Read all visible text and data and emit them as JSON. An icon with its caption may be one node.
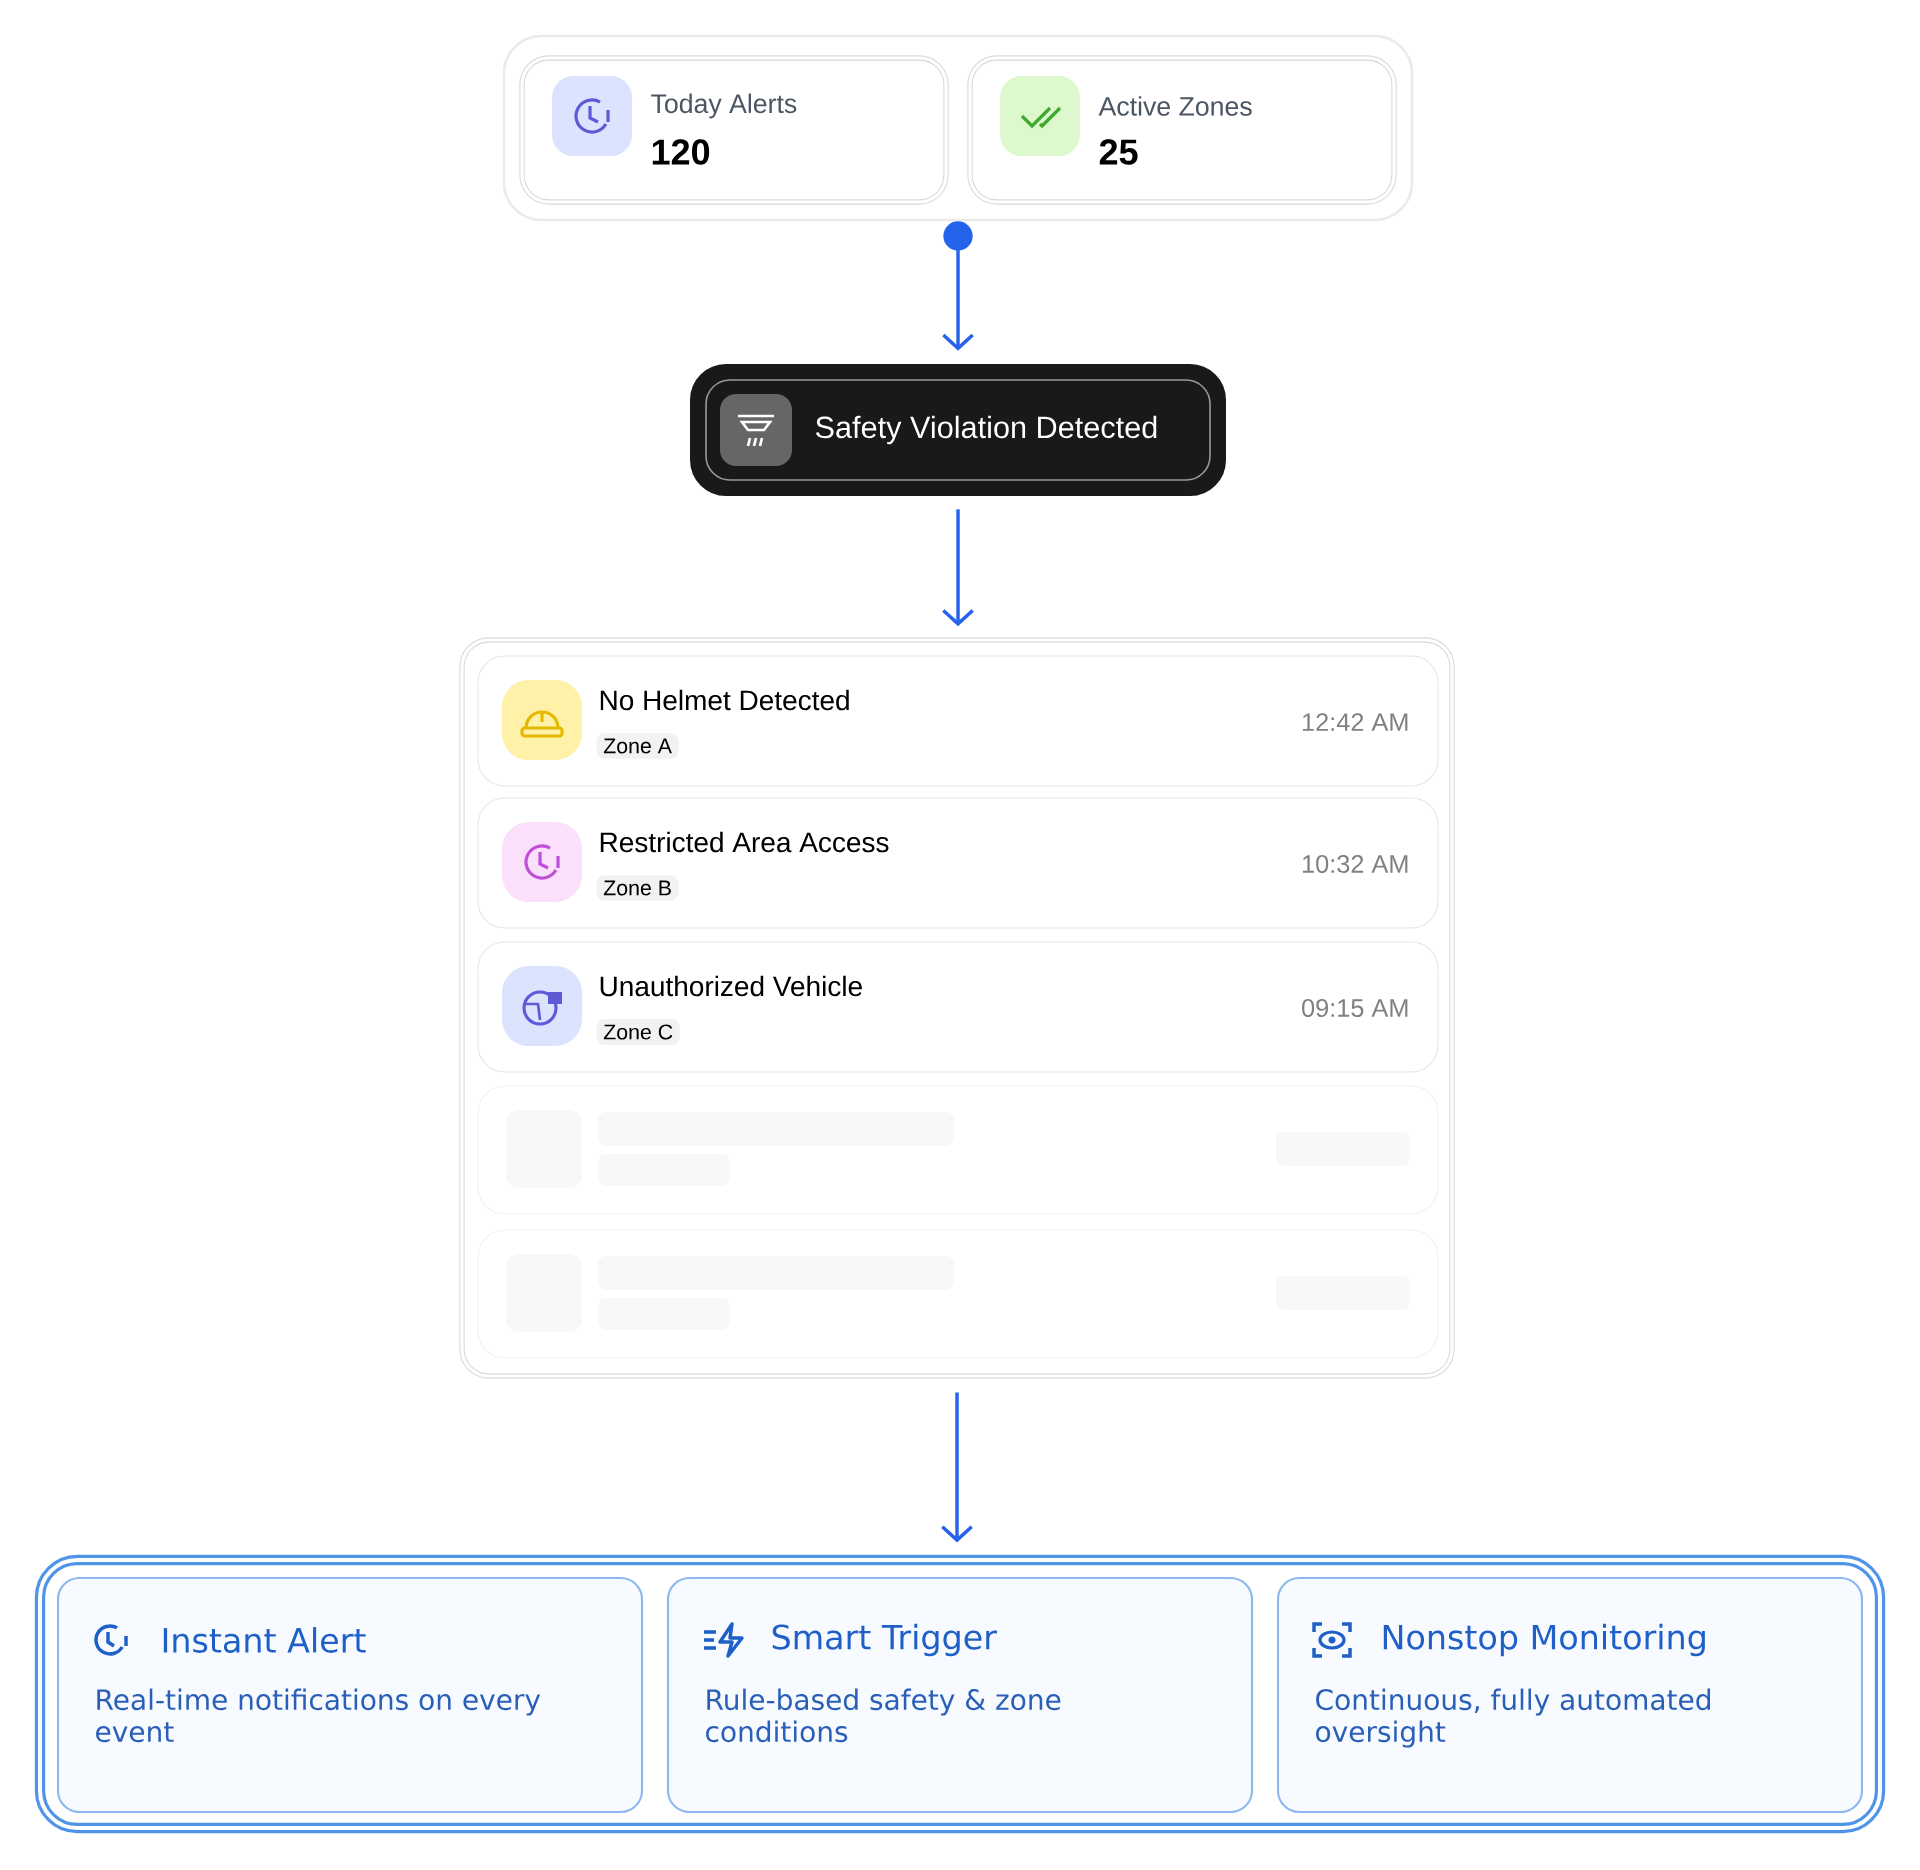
{
  "diagram": {
    "nodes": [
      {
        "text": [],
        "shape": "box"
      },
      {
        "text": [
          "Today Alerts",
          "120"
        ],
        "in": 0
      },
      {
        "text": [
          "Active Zones",
          "25"
        ],
        "in": 0
      },
      {
        "text": [
          "Safety Violation Detected"
        ]
      },
      {
        "text": [],
        "shape": "box"
      },
      {
        "text": [
          "No Helmet Detected",
          "Zone A",
          "12:42 AM"
        ],
        "in": 4
      },
      {
        "text": [
          "Restricted Area Access",
          "Zone B",
          "10:32 AM"
        ],
        "in": 4
      },
      {
        "text": [
          "Unauthorized Vehicle",
          "Zone C",
          "09:15 AM"
        ],
        "in": 4
      },
      {
        "text": [],
        "shape": "box",
        "in": 4
      },
      {
        "text": [],
        "shape": "box",
        "in": 4
      },
      {
        "text": [],
        "shape": "box"
      },
      {
        "text": [
          "Instant Alert",
          "Real-time notifications on every event"
        ],
        "in": 10
      },
      {
        "text": [
          "Smart Trigger",
          "Rule-based safety & zone conditions"
        ],
        "in": 10
      },
      {
        "text": [
          "Nonstop Monitoring",
          "Continuous, fully automated oversight"
        ],
        "in": 10
      }
    ],
    "edges": [
      {
        "from": 0,
        "to": 3,
        "arrow": "to"
      },
      {
        "from": 3,
        "to": 4,
        "arrow": "to"
      },
      {
        "from": 4,
        "to": 10,
        "arrow": "to"
      }
    ]
  }
}
